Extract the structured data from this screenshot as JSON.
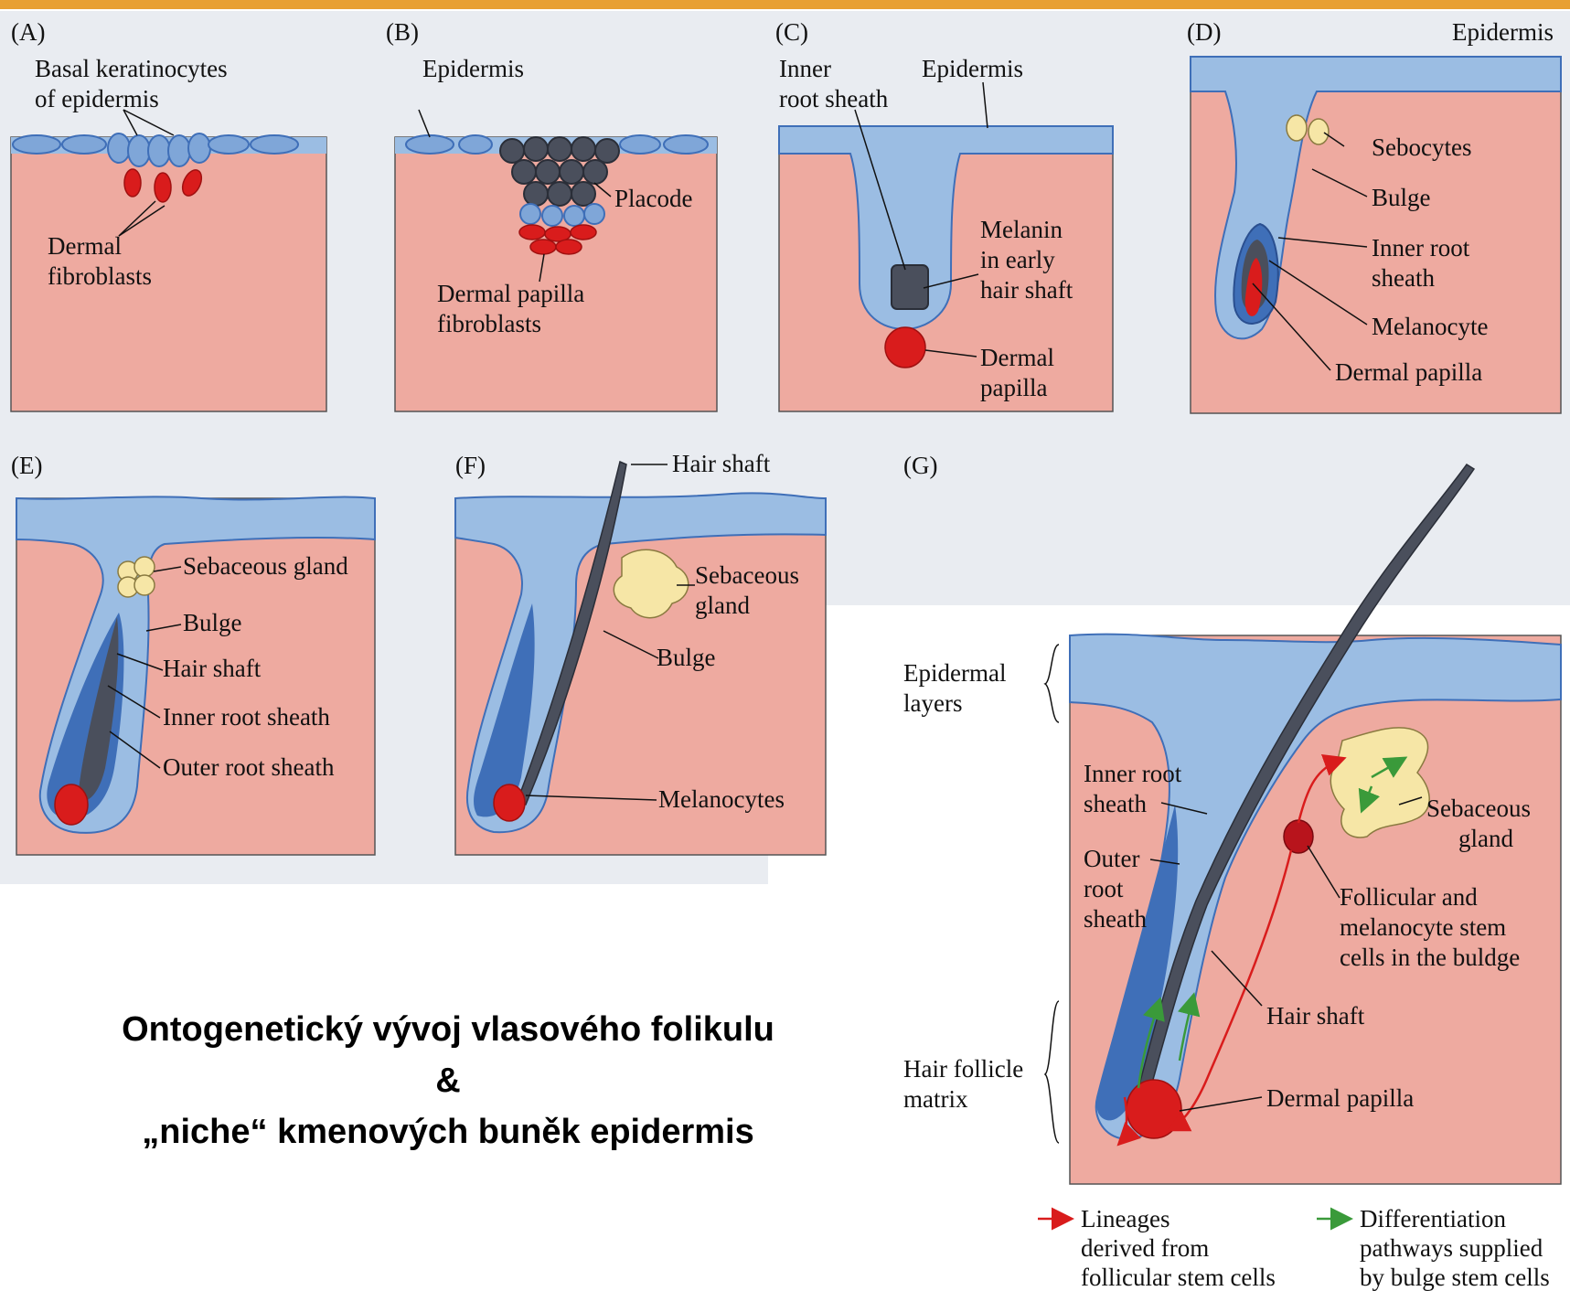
{
  "panels": {
    "A": {
      "letter": "(A)",
      "basal": "Basal keratinocytes",
      "basal2": "of epidermis",
      "fib1": "Dermal",
      "fib2": "fibroblasts"
    },
    "B": {
      "letter": "(B)",
      "epidermis": "Epidermis",
      "placode": "Placode",
      "dp1": "Dermal papilla",
      "dp2": "fibroblasts"
    },
    "C": {
      "letter": "(C)",
      "irs1": "Inner",
      "irs2": "root sheath",
      "epidermis": "Epidermis",
      "mel1": "Melanin",
      "mel2": "in early",
      "mel3": "hair shaft",
      "dp1": "Dermal",
      "dp2": "papilla"
    },
    "D": {
      "letter": "(D)",
      "epidermis": "Epidermis",
      "sebocytes": "Sebocytes",
      "bulge": "Bulge",
      "irs1": "Inner root",
      "irs2": "sheath",
      "melanocyte": "Melanocyte",
      "dp": "Dermal papilla"
    },
    "E": {
      "letter": "(E)",
      "seb": "Sebaceous gland",
      "bulge": "Bulge",
      "shaft": "Hair shaft",
      "irs": "Inner root sheath",
      "ors": "Outer root sheath"
    },
    "F": {
      "letter": "(F)",
      "shaft": "Hair shaft",
      "seb1": "Sebaceous",
      "seb2": "gland",
      "bulge": "Bulge",
      "melanocytes": "Melanocytes"
    },
    "G": {
      "letter": "(G)",
      "epi1": "Epidermal",
      "epi2": "layers",
      "irs1": "Inner root",
      "irs2": "sheath",
      "ors1": "Outer",
      "ors2": "root",
      "ors3": "sheath",
      "seb1": "Sebaceous",
      "seb2": "gland",
      "stem1": "Follicular and",
      "stem2": "melanocyte stem",
      "stem3": "cells in the buldge",
      "shaft": "Hair shaft",
      "matrix1": "Hair follicle",
      "matrix2": "matrix",
      "dp": "Dermal papilla"
    }
  },
  "legend": {
    "red1": "Lineages",
    "red2": "derived from",
    "red3": "follicular stem cells",
    "green1": "Differentiation",
    "green2": "pathways supplied",
    "green3": "by bulge stem cells"
  },
  "caption": {
    "line1": "Ontogenetický vývoj vlasového folikulu",
    "line2": "&",
    "line3": "„niche“ kmenových buněk epidermis"
  },
  "colors": {
    "dermis": "#eeaaa0",
    "epidermis": "#9bbde3",
    "epidermis_dark": "#3f6fb8",
    "shaft": "#4a4a55",
    "papilla": "#d91c1c",
    "sebaceous": "#f6e6a6",
    "accent": "#e8a033"
  }
}
